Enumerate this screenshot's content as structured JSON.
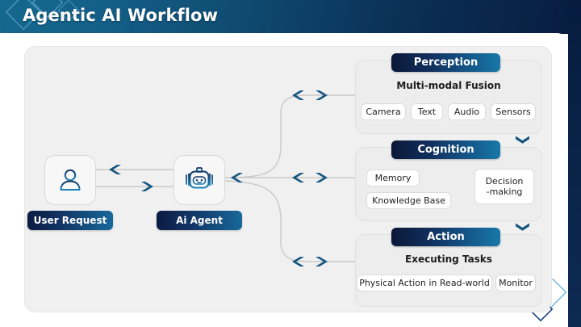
{
  "header": {
    "title": "Agentic AI Workflow",
    "gradient_from": "#15688f",
    "gradient_to": "#071c3f",
    "deco_icon": "diamond-outline-decoration"
  },
  "accent": {
    "pill_dark": "#0b1b42",
    "pill_light": "#17699a",
    "arrow_color": "#15557f",
    "canvas_bg": "#f0f0f0",
    "panel_bg": "#ededed"
  },
  "flow": {
    "nodes": [
      {
        "id": "user",
        "label": "User Request",
        "icon": "user-person-icon"
      },
      {
        "id": "agent",
        "label": "Ai Agent",
        "icon": "robot-icon"
      }
    ],
    "connector_icons": {
      "left_chevron": "chevron-left-icon",
      "right_chevron": "chevron-right-icon",
      "down_chevron": "chevron-down-icon"
    }
  },
  "panels": [
    {
      "id": "perception",
      "title": "Perception",
      "subtitle": "Multi-modal Fusion",
      "chips": [
        "Camera",
        "Text",
        "Audio",
        "Sensors"
      ]
    },
    {
      "id": "cognition",
      "title": "Cognition",
      "subtitle": "",
      "chips": [
        "Memory",
        "Knowledge Base"
      ],
      "output": {
        "line1": "Decision",
        "line2": "-making"
      }
    },
    {
      "id": "action",
      "title": "Action",
      "subtitle": "Executing Tasks",
      "chips": [
        "Physical Action in Read-world",
        "Monitor"
      ]
    }
  ]
}
